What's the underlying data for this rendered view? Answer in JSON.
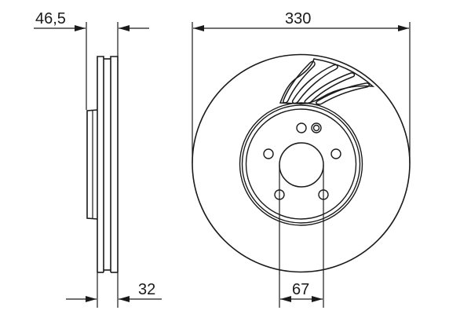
{
  "drawing": {
    "title": "Brake disc technical drawing",
    "stroke_color": "#1a1a1a",
    "background": "#ffffff"
  },
  "side_view": {
    "dimensions": {
      "overall_height": {
        "label": "46,5",
        "value": 46.5
      },
      "disc_thickness": {
        "label": "32",
        "value": 32
      }
    }
  },
  "front_view": {
    "dimensions": {
      "outer_diameter": {
        "label": "330",
        "value": 330
      },
      "center_bore": {
        "label": "67",
        "value": 67
      }
    },
    "bolt_holes": 5,
    "vent_slots_shown": 4
  }
}
